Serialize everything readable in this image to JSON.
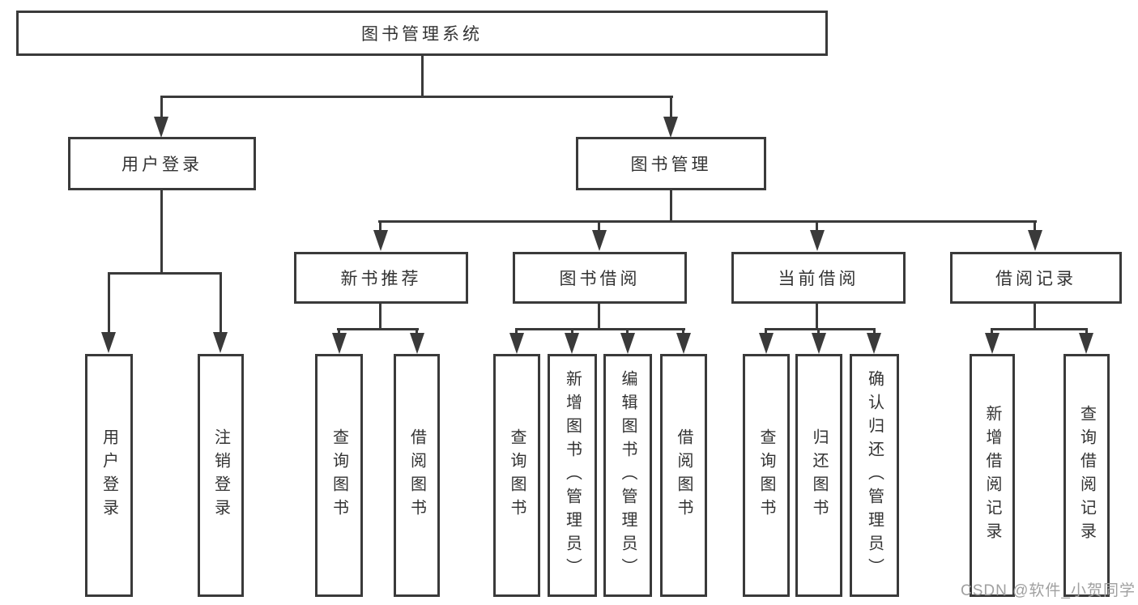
{
  "page": {
    "background": "#ffffff"
  },
  "colors": {
    "line": "#3a3a3a",
    "text": "#333333",
    "watermark": "#a0a0a0"
  },
  "watermark": {
    "text": "CSDN @软件_小贺同学"
  },
  "diagram": {
    "type": "tree",
    "root": {
      "label": "图书管理系统"
    },
    "branches": [
      {
        "label": "用户登录",
        "children": [
          {
            "label": "用户登录"
          },
          {
            "label": "注销登录"
          }
        ]
      },
      {
        "label": "图书管理",
        "children": [
          {
            "label": "新书推荐",
            "children": [
              {
                "label": "查询图书"
              },
              {
                "label": "借阅图书"
              }
            ]
          },
          {
            "label": "图书借阅",
            "children": [
              {
                "label": "查询图书"
              },
              {
                "label": "新增图书（管理员）"
              },
              {
                "label": "编辑图书（管理员）"
              },
              {
                "label": "借阅图书"
              }
            ]
          },
          {
            "label": "当前借阅",
            "children": [
              {
                "label": "查询图书"
              },
              {
                "label": "归还图书"
              },
              {
                "label": "确认归还（管理员）"
              }
            ]
          },
          {
            "label": "借阅记录",
            "children": [
              {
                "label": "新增借阅记录"
              },
              {
                "label": "查询借阅记录"
              }
            ]
          }
        ]
      }
    ]
  }
}
